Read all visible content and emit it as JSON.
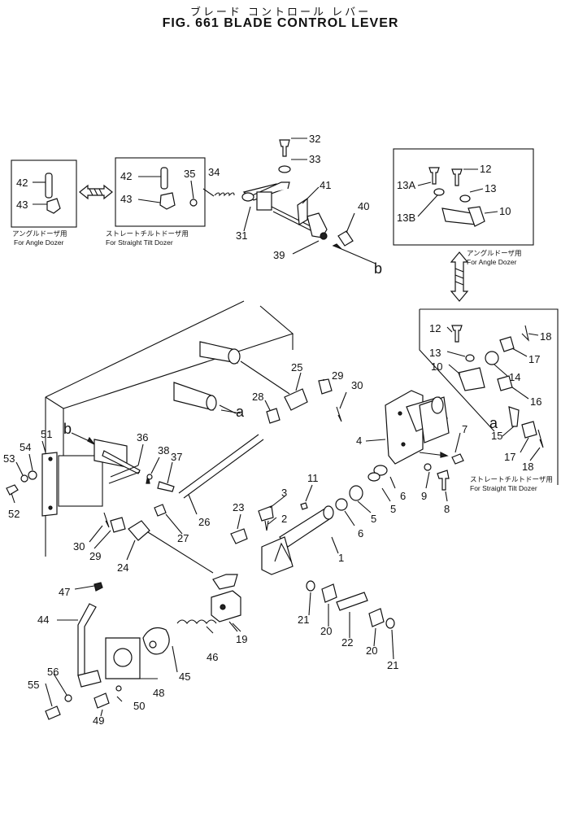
{
  "title": {
    "jp": "ブレード コントロール レバー",
    "en": "FIG. 661  BLADE CONTROL LEVER"
  },
  "captions": {
    "angle_jp": "アングルドーザ用",
    "angle_en": "For Angle Dozer",
    "straight_jp": "ストレートチルトドーザ用",
    "straight_en": "For Straight Tilt Dozer"
  },
  "callouts": {
    "c1": "1",
    "c2": "2",
    "c3": "3",
    "c4": "4",
    "c5a": "5",
    "c5b": "5",
    "c6a": "6",
    "c6b": "6",
    "c7": "7",
    "c8": "8",
    "c9": "9",
    "c10a": "10",
    "c10b": "10",
    "c11": "11",
    "c12a": "12",
    "c12b": "12",
    "c13": "13",
    "c13a": "13A",
    "c13b": "13B",
    "c13c": "13",
    "c14": "14",
    "c15": "15",
    "c16": "16",
    "c17a": "17",
    "c17b": "17",
    "c18a": "18",
    "c18b": "18",
    "c19": "19",
    "c20a": "20",
    "c20b": "20",
    "c21a": "21",
    "c21b": "21",
    "c22": "22",
    "c23": "23",
    "c24": "24",
    "c25": "25",
    "c26": "26",
    "c27": "27",
    "c28": "28",
    "c29a": "29",
    "c29b": "29",
    "c30a": "30",
    "c30b": "30",
    "c31": "31",
    "c32": "32",
    "c33": "33",
    "c34": "34",
    "c35": "35",
    "c36": "36",
    "c37": "37",
    "c38": "38",
    "c39": "39",
    "c40": "40",
    "c41": "41",
    "c42a": "42",
    "c42b": "42",
    "c43a": "43",
    "c43b": "43",
    "c44": "44",
    "c45": "45",
    "c46": "46",
    "c47": "47",
    "c48": "48",
    "c49": "49",
    "c50": "50",
    "c51": "51",
    "c52": "52",
    "c53": "53",
    "c54": "54",
    "c55": "55",
    "c56": "56"
  },
  "refs": {
    "a1": "a",
    "a2": "a",
    "b1": "b",
    "b2": "b"
  }
}
